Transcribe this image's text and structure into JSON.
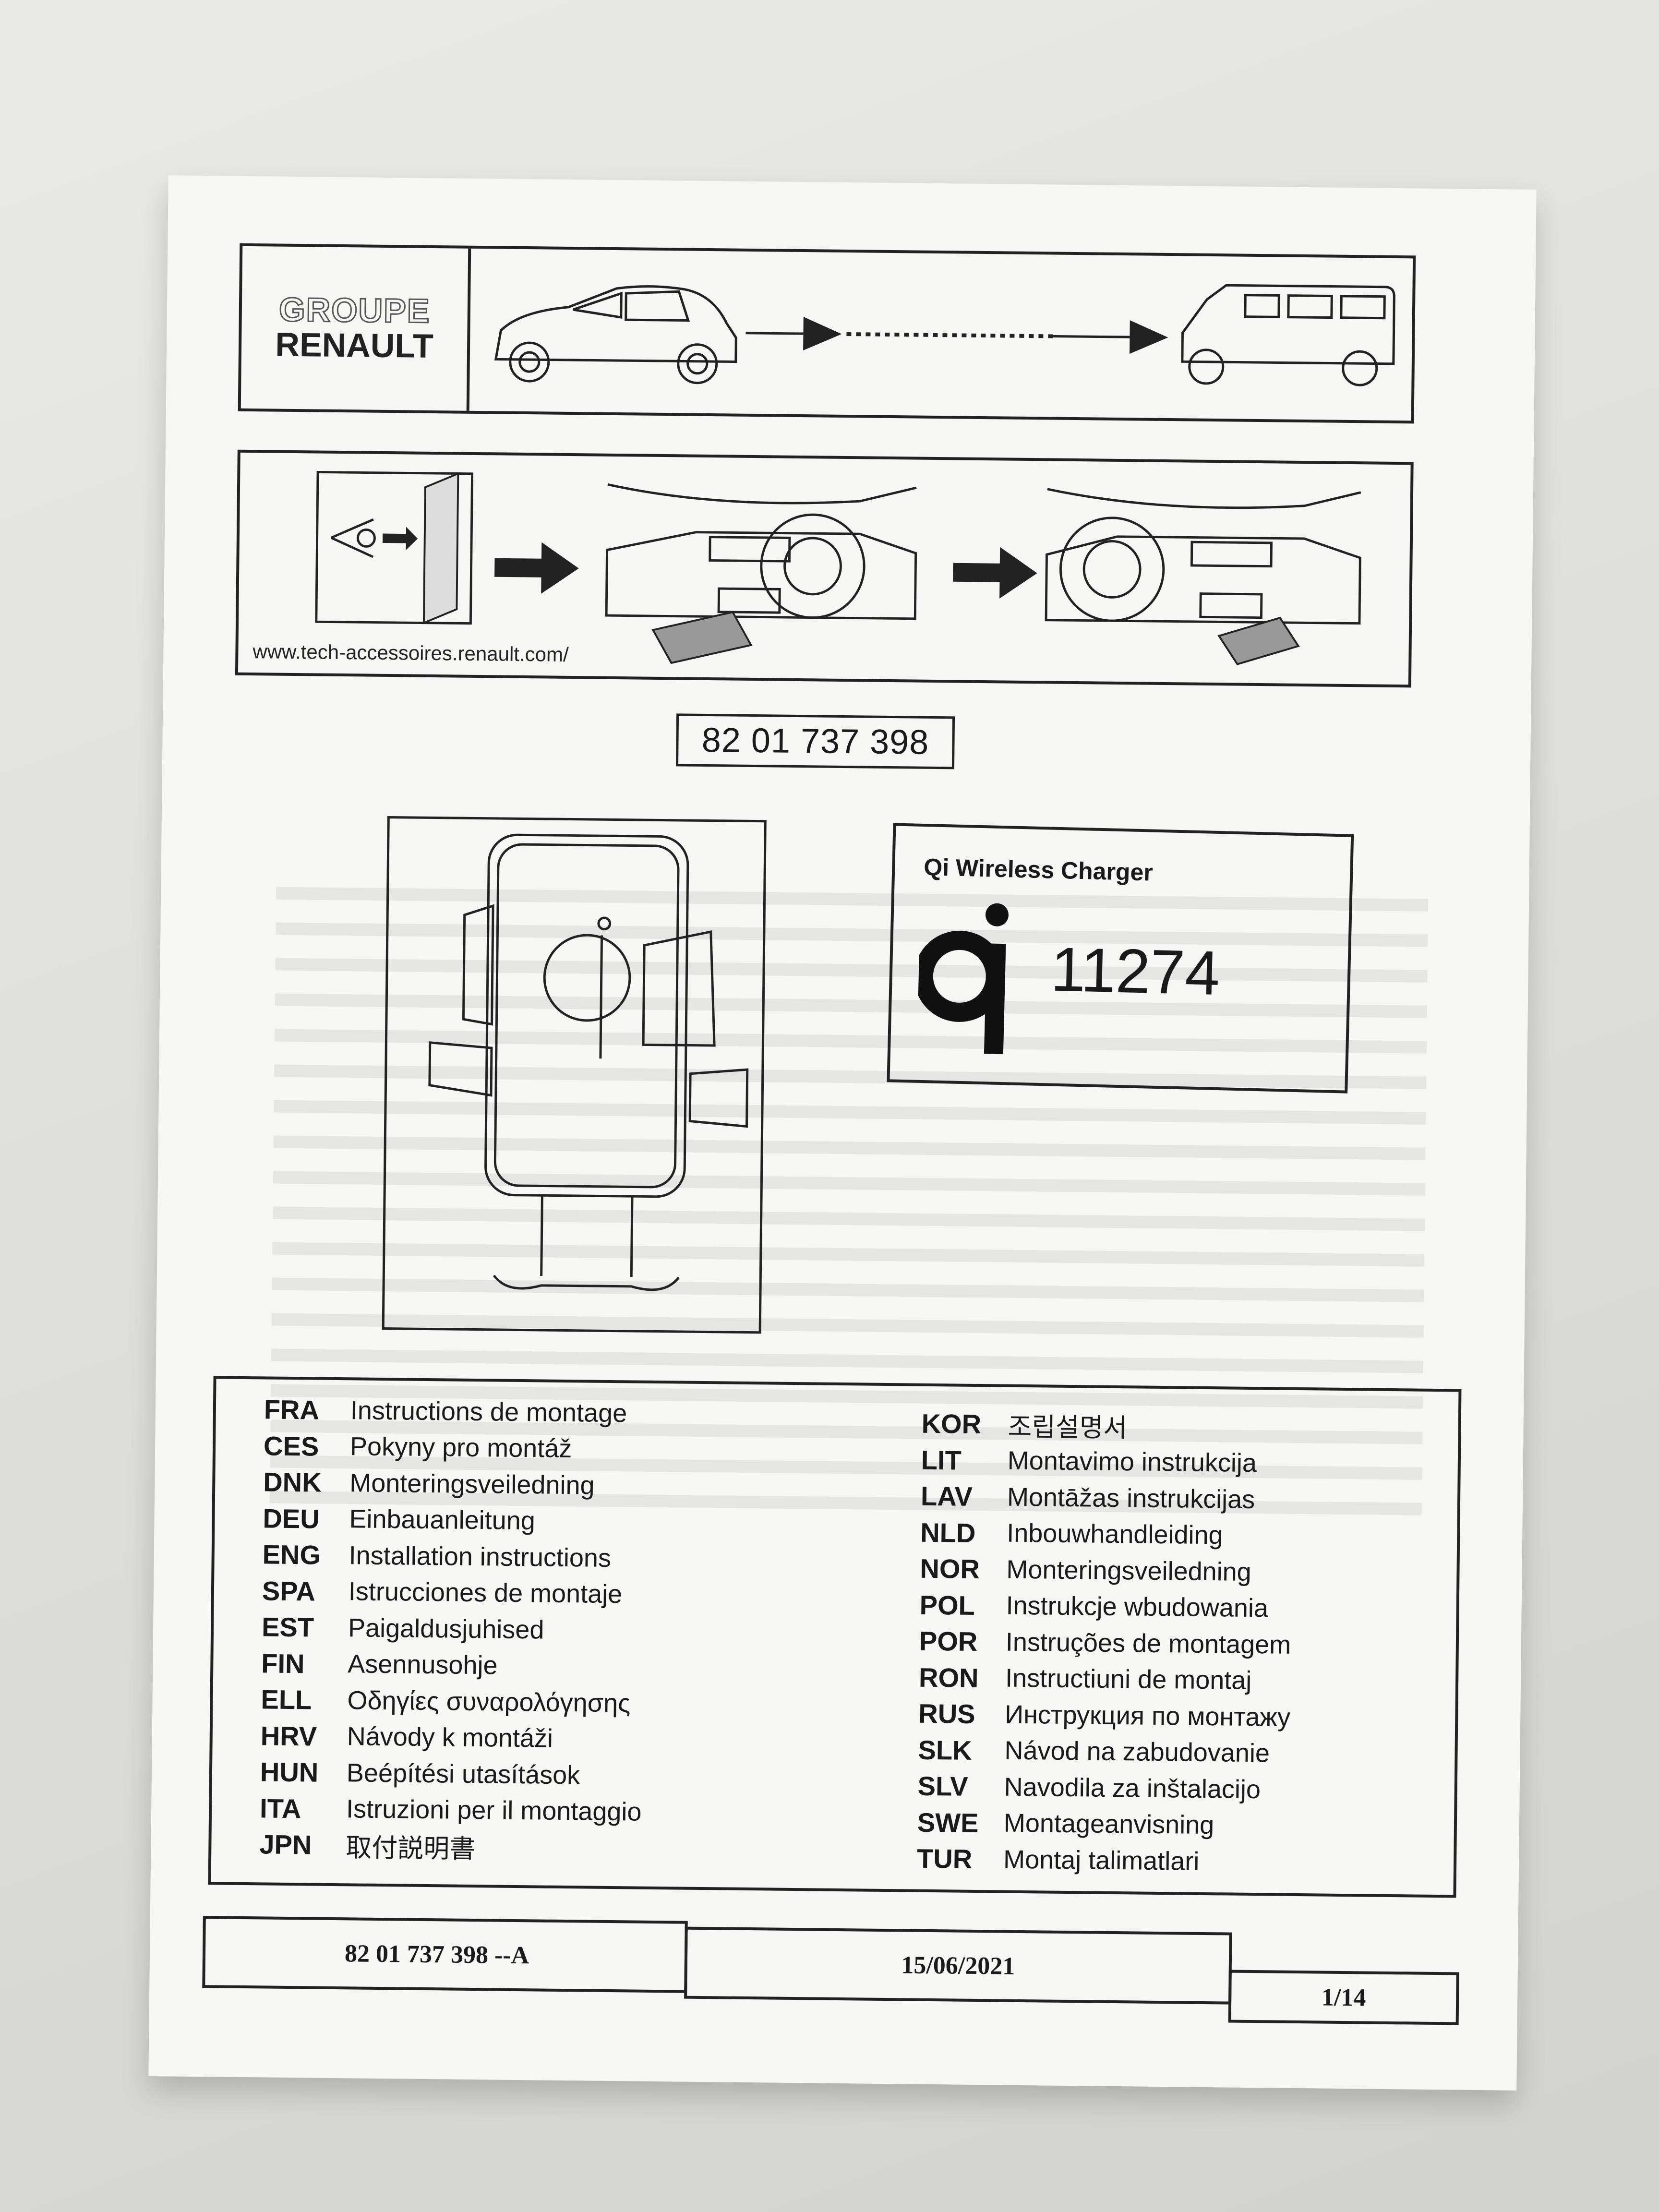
{
  "logo": {
    "line1": "GROUPE",
    "line2": "RENAULT"
  },
  "url": "www.tech-accessoires.renault.com/",
  "part_number": "82 01 737 398",
  "qi": {
    "title": "Qi Wireless Charger",
    "number": "11274"
  },
  "languages_left": [
    {
      "code": "FRA",
      "text": "Instructions de montage"
    },
    {
      "code": "CES",
      "text": "Pokyny pro montáž"
    },
    {
      "code": "DNK",
      "text": "Monteringsveiledning"
    },
    {
      "code": "DEU",
      "text": "Einbauanleitung"
    },
    {
      "code": "ENG",
      "text": "Installation instructions"
    },
    {
      "code": "SPA",
      "text": "Istrucciones de montaje"
    },
    {
      "code": "EST",
      "text": "Paigaldusjuhised"
    },
    {
      "code": "FIN",
      "text": "Asennusohje"
    },
    {
      "code": "ELL",
      "text": "Οδηγίες συναρολόγησης"
    },
    {
      "code": "HRV",
      "text": "Návody k montáži"
    },
    {
      "code": "HUN",
      "text": "Beépítési utasítások"
    },
    {
      "code": "ITA",
      "text": "Istruzioni per il montaggio"
    },
    {
      "code": "JPN",
      "text": "取付説明書"
    }
  ],
  "languages_right": [
    {
      "code": "KOR",
      "text": "조립설명서"
    },
    {
      "code": "LIT",
      "text": "Montavimo instrukcija"
    },
    {
      "code": "LAV",
      "text": "Montāžas instrukcijas"
    },
    {
      "code": "NLD",
      "text": "Inbouwhandleiding"
    },
    {
      "code": "NOR",
      "text": "Monteringsveiledning"
    },
    {
      "code": "POL",
      "text": "Instrukcje wbudowania"
    },
    {
      "code": "POR",
      "text": "Instruções de montagem"
    },
    {
      "code": "RON",
      "text": "Instructiuni de montaj"
    },
    {
      "code": "RUS",
      "text": "Инструкция по монтажу"
    },
    {
      "code": "SLK",
      "text": "Návod na zabudovanie"
    },
    {
      "code": "SLV",
      "text": "Navodila za inštalacijo"
    },
    {
      "code": "SWE",
      "text": "Montageanvisning"
    },
    {
      "code": "TUR",
      "text": "Montaj talimatlari"
    }
  ],
  "footer": {
    "reference": "82 01 737 398 --A",
    "date": "15/06/2021",
    "page": "1/14"
  }
}
